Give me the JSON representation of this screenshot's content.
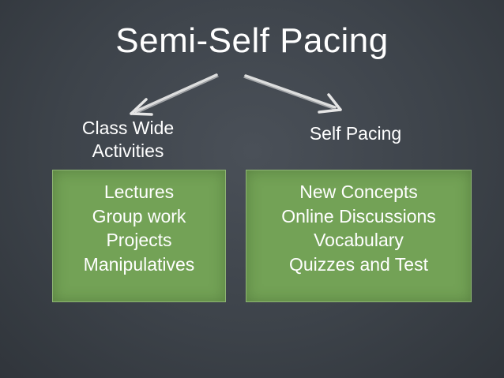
{
  "title": "Semi-Self Pacing",
  "left_branch": {
    "label_line1": "Class Wide",
    "label_line2": "Activities",
    "items": [
      "Lectures",
      "Group work",
      "Projects",
      "Manipulatives"
    ]
  },
  "right_branch": {
    "label": "Self Pacing",
    "items": [
      "New Concepts",
      "Online Discussions",
      "Vocabulary",
      "Quizzes and Test"
    ]
  },
  "colors": {
    "background": "#3d434a",
    "box_fill": "#73a256",
    "text": "#ffffff",
    "arrow": "#e6e6e6"
  }
}
